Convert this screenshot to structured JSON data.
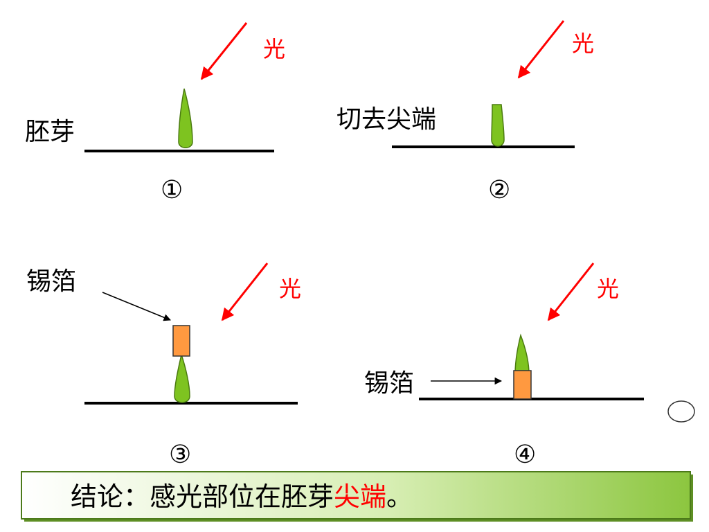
{
  "colors": {
    "light_arrow": "#ff0000",
    "seedling_fill": "#7ec320",
    "seedling_stroke": "#4a7a10",
    "foil_fill": "#ff9940",
    "foil_stroke": "#333333",
    "ground_line": "#000000",
    "banner_light": "#ffffff",
    "banner_green": "#8cc63f",
    "highlight": "#ff0000"
  },
  "labels": {
    "light": "光",
    "coleoptile": "胚芽",
    "cut_tip": "切去尖端",
    "foil": "锡箔"
  },
  "panels": {
    "p1": {
      "number": "①"
    },
    "p2": {
      "number": "②"
    },
    "p3": {
      "number": "③"
    },
    "p4": {
      "number": "④"
    }
  },
  "conclusion": {
    "prefix": "结论：感光部位在胚芽",
    "highlight": "尖端",
    "suffix": "。"
  }
}
